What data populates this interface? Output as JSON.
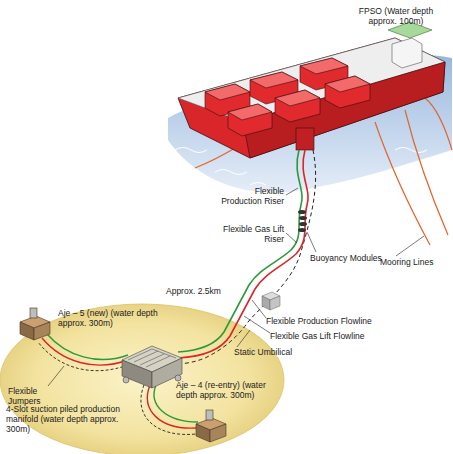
{
  "diagram": {
    "labels": [
      "FPSO (Water depth approx. 100m)",
      "Flexible Production Riser",
      "Flexible Gas Lift Riser",
      "Buoyancy Modules",
      "Mooring Lines",
      "Approx. 2.5km",
      "Flexible Production Flowline",
      "Flexible Gas Lift Flowline",
      "Static Umbilical",
      "Aje – 5 (new) (water depth approx. 300m)",
      "Flexible Jumpers",
      "4-Slot suction piled production manifold (water depth approx. 300m)",
      "Aje – 4 (re-entry) (water depth approx. 300m)"
    ]
  }
}
